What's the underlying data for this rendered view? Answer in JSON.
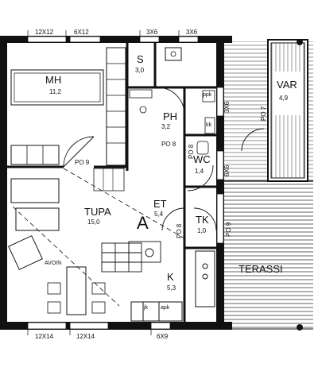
{
  "windows": {
    "top_left_a": "12X12",
    "top_left_b": "6X12",
    "top_mid_a": "3X6",
    "top_mid_b": "3X6",
    "bottom_a": "12X14",
    "bottom_b": "12X14",
    "bottom_c": "6X9",
    "right_ph": "3X6",
    "right_wc": "6X6"
  },
  "rooms": {
    "mh": {
      "name": "MH",
      "area": "11,2"
    },
    "s": {
      "name": "S",
      "area": "3,0"
    },
    "ph": {
      "name": "PH",
      "area": "3,2"
    },
    "var": {
      "name": "VAR",
      "area": "4,9"
    },
    "wc": {
      "name": "WC",
      "area": "1,4"
    },
    "tupa": {
      "name": "TUPA",
      "area": "15,0"
    },
    "et": {
      "name": "ET",
      "area": "5,4"
    },
    "tk": {
      "name": "TK",
      "area": "1,0"
    },
    "k": {
      "name": "K",
      "area": "5,3"
    },
    "terassi": {
      "name": "TERASSI"
    }
  },
  "doors": {
    "po9_mh": "PO 9",
    "po8_ph": "PO 8",
    "po8_wc": "PO 8",
    "po9_tk": "PO 9",
    "po7_var": "PO 7",
    "po8_et": "PO 8"
  },
  "marks": {
    "section": "A",
    "avoin": "AVOIN",
    "ppk": "ppk",
    "kk": "kk",
    "jk": "jk",
    "apk": "apk"
  }
}
